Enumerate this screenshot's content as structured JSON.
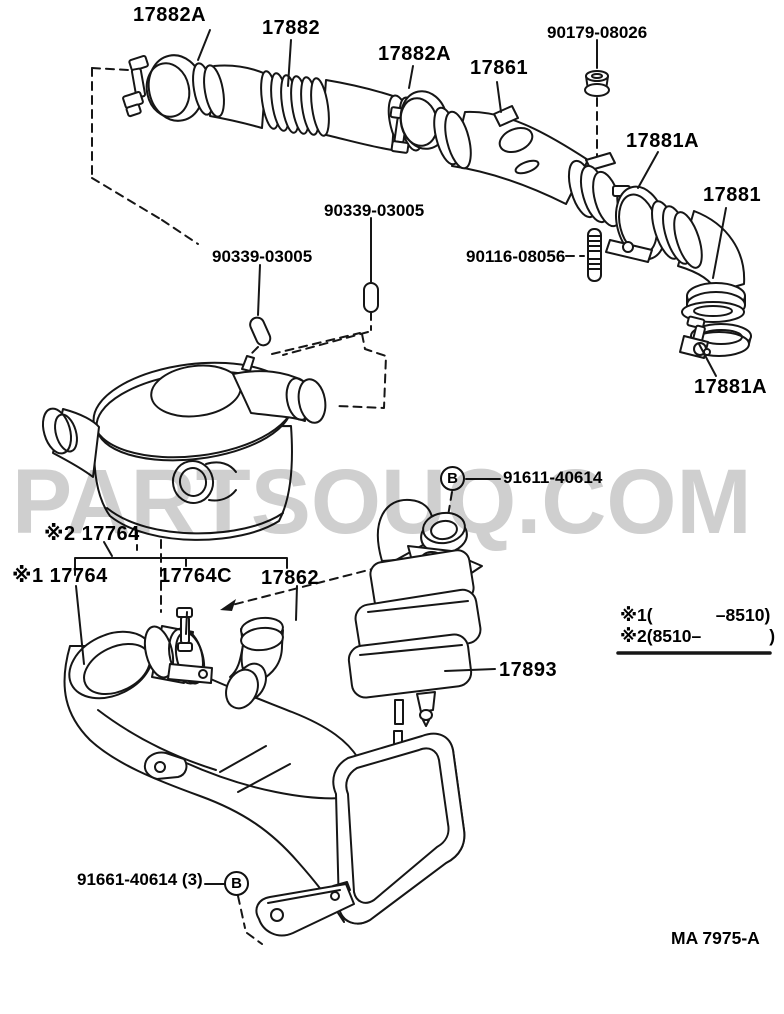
{
  "watermark": {
    "text": "PARTSOUQ.COM"
  },
  "footer": {
    "diagram_code": "MA 7975-A"
  },
  "markers": {
    "b_upper": "B",
    "b_lower": "B"
  },
  "notes": {
    "line1": "※1(             –8510)",
    "line2": "※2(8510–              )"
  },
  "labels": {
    "clamp_17882a_left": "17882A",
    "hose_17882": "17882",
    "clamp_17882a_right": "17882A",
    "bolt_90179": "90179-08026",
    "pipe_17861": "17861",
    "clamp_17881a_upper": "17881A",
    "hose_17881": "17881",
    "clamp_17881a_lower": "17881A",
    "stud_90339_mid": "90339-03005",
    "stud_90339_left": "90339-03005",
    "stud_90116": "90116-08056",
    "bolt_91611": "91611-40614",
    "cleaner_note2": "※2 17764",
    "cleaner_note1": "※1 17764",
    "clamp_17764c": "17764C",
    "hose_17862": "17862",
    "resonator_17893": "17893",
    "bolt_91661": "91661-40614 (3)"
  },
  "colors": {
    "line": "#161616",
    "watermark": "#cfcfcf",
    "background": "#ffffff"
  }
}
